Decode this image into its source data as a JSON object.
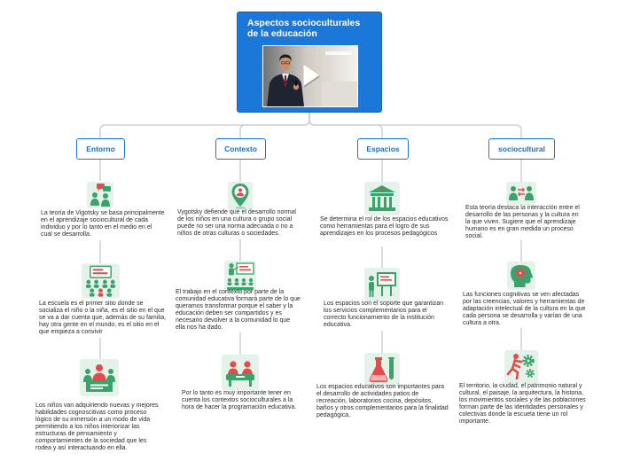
{
  "title": {
    "line1": "Aspectos socioculturales",
    "line2": "de la educación"
  },
  "video": {
    "icon": "play-icon"
  },
  "colors": {
    "title_bg": "#1b78d9",
    "node_border": "#1b78d9",
    "node_text": "#1a6fc4",
    "connector": "#c9c9c9",
    "icon_green": "#3aa26a",
    "icon_red": "#e04d4d",
    "tile_bg": "#e4f2ea"
  },
  "branches": [
    {
      "label": "Entorno",
      "items": [
        {
          "icon": "group-chat-icon",
          "text": "La teoría de Vigotsky se basa principalmente en el aprendizaje sociocultural de cada individuo y por lo tanto en el medio en el cual se desarrolla."
        },
        {
          "icon": "classroom-icon",
          "text": "La escuela es el primer sitio donde se socializa el niño o la niña, es el sitio en el que se va a dar cuenta que, además de su familia, hay otra gente en el mundo, es el sitio en el que empieza a convivir"
        },
        {
          "icon": "presentation-icon",
          "text": "Los niños van adquiriendo nuevas y mejores habilidades cognoscitivas como proceso lógico de su inmersión a un modo de vida permitiendo a los niños interiorizar las estructuras de pensamiento y comportamientes de la sociedad que les rodea y así interactuando en ella."
        }
      ]
    },
    {
      "label": "Contexto",
      "items": [
        {
          "icon": "location-person-icon",
          "text": "Vygotsky defiende que el desarrollo normal de los niños en una cultura o grupo social puede no ser una norma adecuada o no a niños de otras culturas o sociedades."
        },
        {
          "icon": "teacher-students-icon",
          "text": "El trabajo en el contexto por parte de la comunidad educativa formará parte de lo que queramos transformar porque el saber y la educación deben ser compartidos y es necesario devolver a la comunidad lo que ella nos ha dado."
        },
        {
          "icon": "group-meeting-icon",
          "text": "Por lo tanto es muy importante tener en cuenta los contextos socioculturales a la hora de hacer la programación educativa."
        }
      ]
    },
    {
      "label": "Espacios",
      "items": [
        {
          "icon": "school-building-icon",
          "text": "Se determina el rol de los espacios educativos como herramientas para el logro de sus aprendizajes en los procesos pedagógicos"
        },
        {
          "icon": "whiteboard-icon",
          "text": "Los espacios son el soporte que garantizan los servicios complementarios para el correcto funcionamiento de la institución educativa."
        },
        {
          "icon": "lab-flask-icon",
          "text": "Los espacios educativos son importantes para el desarrollo de actividades patios de recreación, laboratorios cocina, depósitos, baños y otros complementarios para la finalidad pedagógica."
        }
      ]
    },
    {
      "label": "sociocultural",
      "items": [
        {
          "icon": "people-exchange-icon",
          "text": "Esta teoría destaca la interacción entre el desarrollo de las personas y la cultura en la que viven. Sugiere que el aprendizaje humano es en gran medida un proceso social."
        },
        {
          "icon": "head-gears-icon",
          "text": "Las funciones cognitivas se ven afectadas por las creencias, valores y herramientas de adaptación intelectual de la cultura en la que cada persona se desarrolla y varían de una cultura a otra."
        },
        {
          "icon": "person-gears-icon",
          "text": "El territorio, la ciudad, el patrimonio natural y cultural, el paisaje, la arquitectura, la historia, los movimientos sociales y de las poblaciones forman parte de las identidades personales y colectivas donde la escuela tiene un rol importante."
        }
      ]
    }
  ]
}
